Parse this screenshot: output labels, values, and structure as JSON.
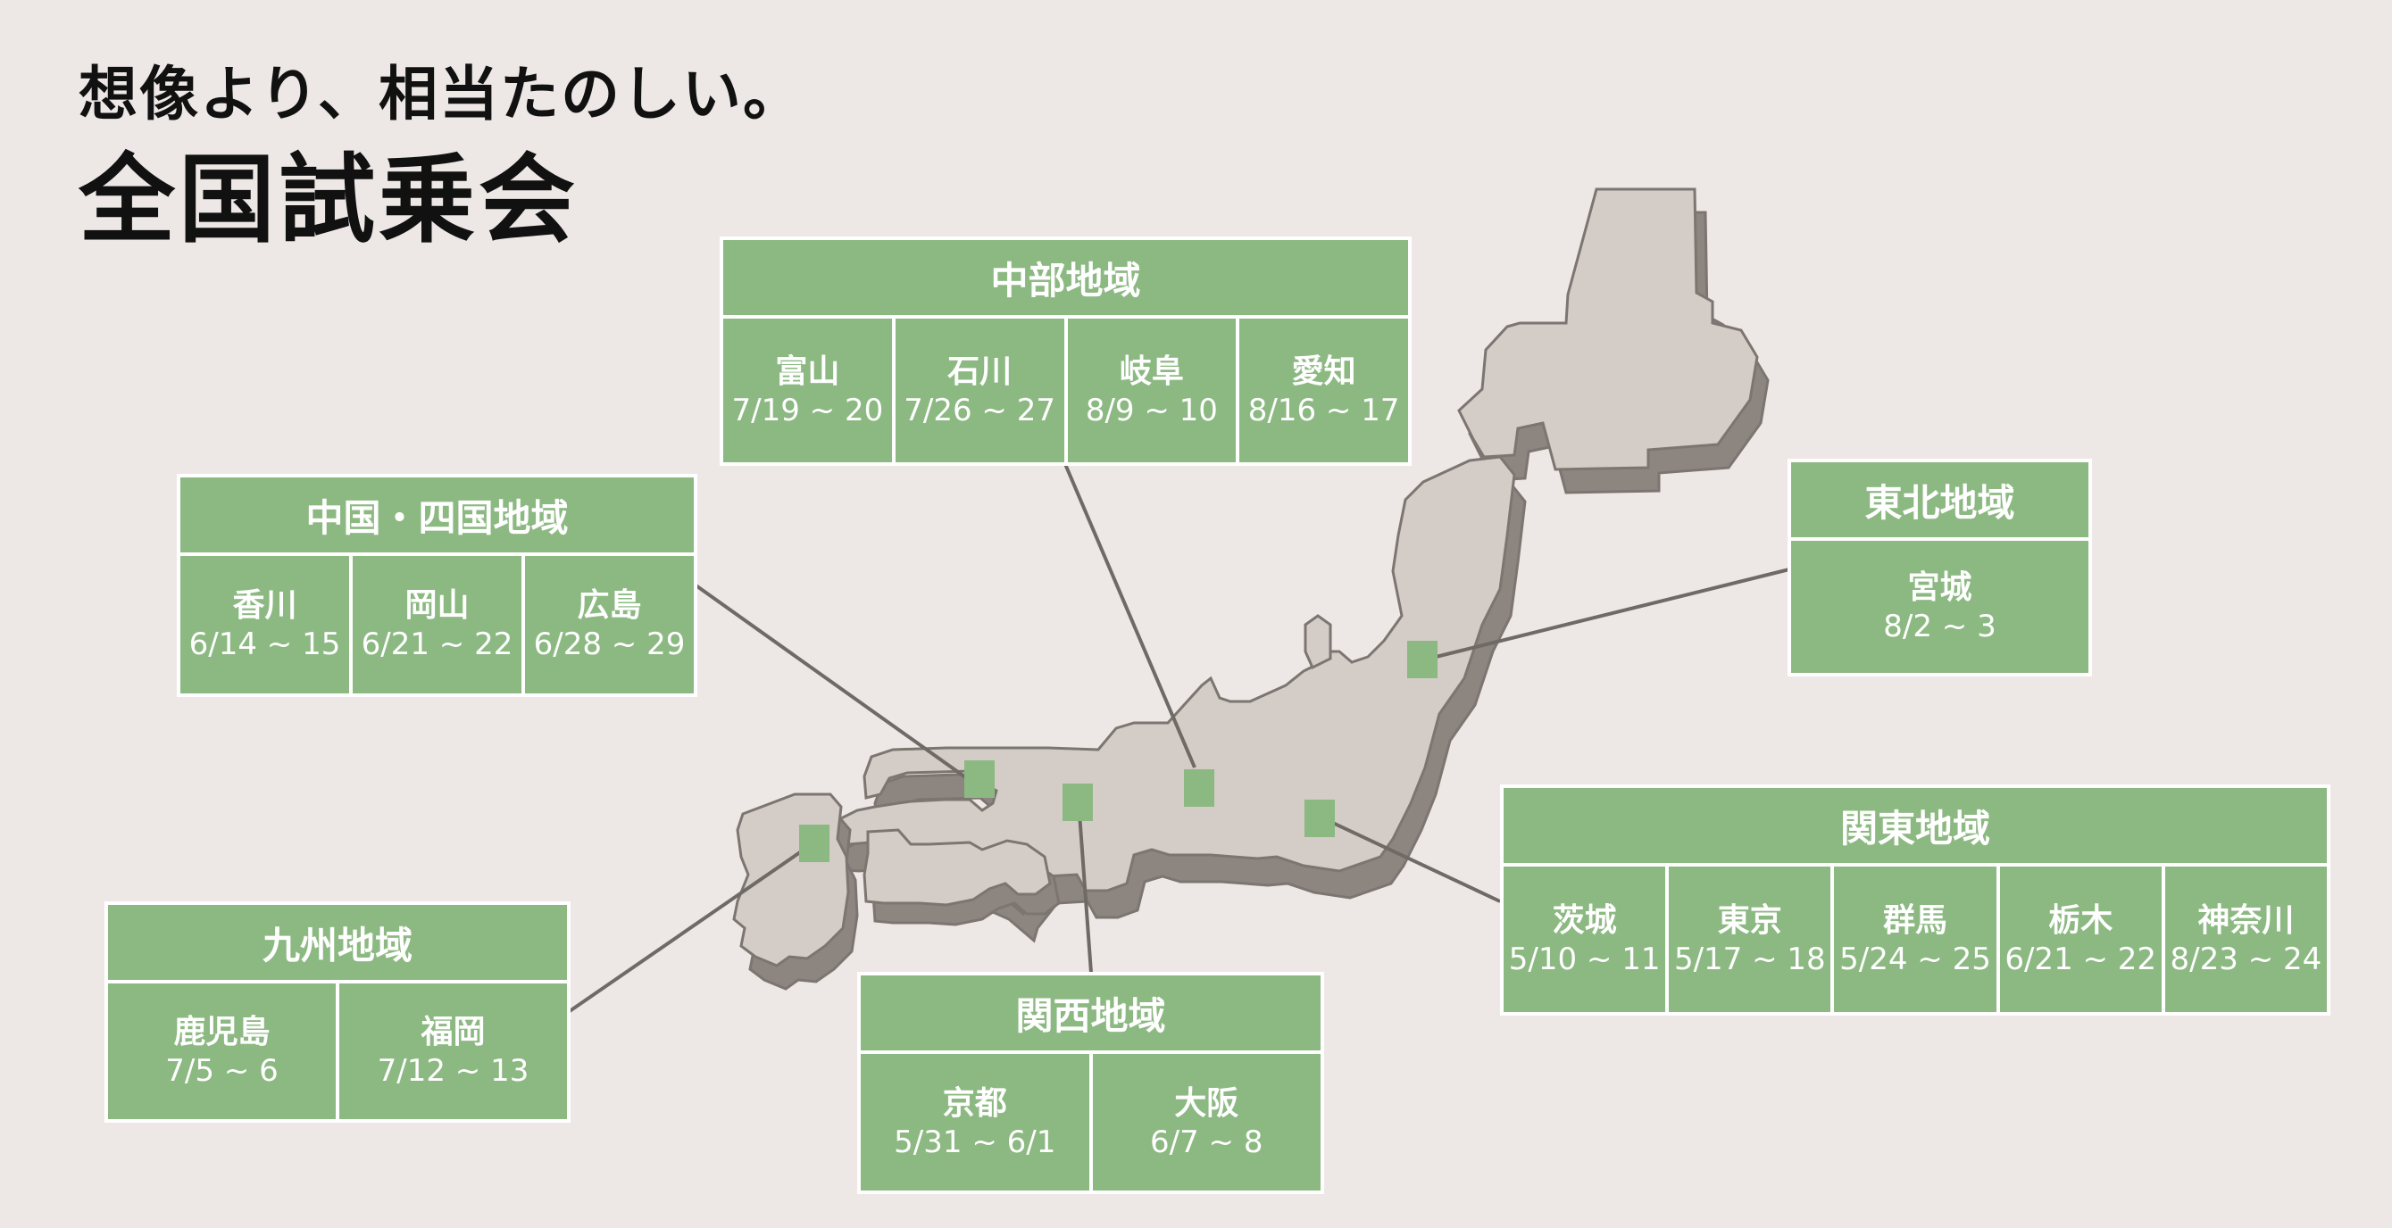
{
  "tagline": "想像より、相当たのしい。",
  "title": "全国試乗会",
  "colors": {
    "background": "#ede8e6",
    "box_green": "#8cb982",
    "box_border": "#ffffff",
    "land_top": "#d3ccc7",
    "land_side": "#8c8580",
    "land_outline": "#7c7570",
    "leader_line": "#6f6a66"
  },
  "regions": {
    "chubu": {
      "name": "中部地域",
      "prefectures": [
        {
          "name": "富山",
          "dates": "7/19 ~ 20"
        },
        {
          "name": "石川",
          "dates": "7/26 ~ 27"
        },
        {
          "name": "岐阜",
          "dates": "8/9 ~ 10"
        },
        {
          "name": "愛知",
          "dates": "8/16 ~ 17"
        }
      ]
    },
    "chugoku_shikoku": {
      "name": "中国・四国地域",
      "prefectures": [
        {
          "name": "香川",
          "dates": "6/14 ~ 15"
        },
        {
          "name": "岡山",
          "dates": "6/21 ~ 22"
        },
        {
          "name": "広島",
          "dates": "6/28 ~ 29"
        }
      ]
    },
    "tohoku": {
      "name": "東北地域",
      "prefectures": [
        {
          "name": "宮城",
          "dates": "8/2 ~ 3"
        }
      ]
    },
    "kanto": {
      "name": "関東地域",
      "prefectures": [
        {
          "name": "茨城",
          "dates": "5/10 ~ 11"
        },
        {
          "name": "東京",
          "dates": "5/17 ~ 18"
        },
        {
          "name": "群馬",
          "dates": "5/24 ~ 25"
        },
        {
          "name": "栃木",
          "dates": "6/21 ~ 22"
        },
        {
          "name": "神奈川",
          "dates": "8/23 ~ 24"
        }
      ]
    },
    "kyushu": {
      "name": "九州地域",
      "prefectures": [
        {
          "name": "鹿児島",
          "dates": "7/5 ~ 6"
        },
        {
          "name": "福岡",
          "dates": "7/12 ~ 13"
        }
      ]
    },
    "kansai": {
      "name": "関西地域",
      "prefectures": [
        {
          "name": "京都",
          "dates": "5/31 ~ 6/1"
        },
        {
          "name": "大阪",
          "dates": "6/7 ~ 8"
        }
      ]
    }
  }
}
